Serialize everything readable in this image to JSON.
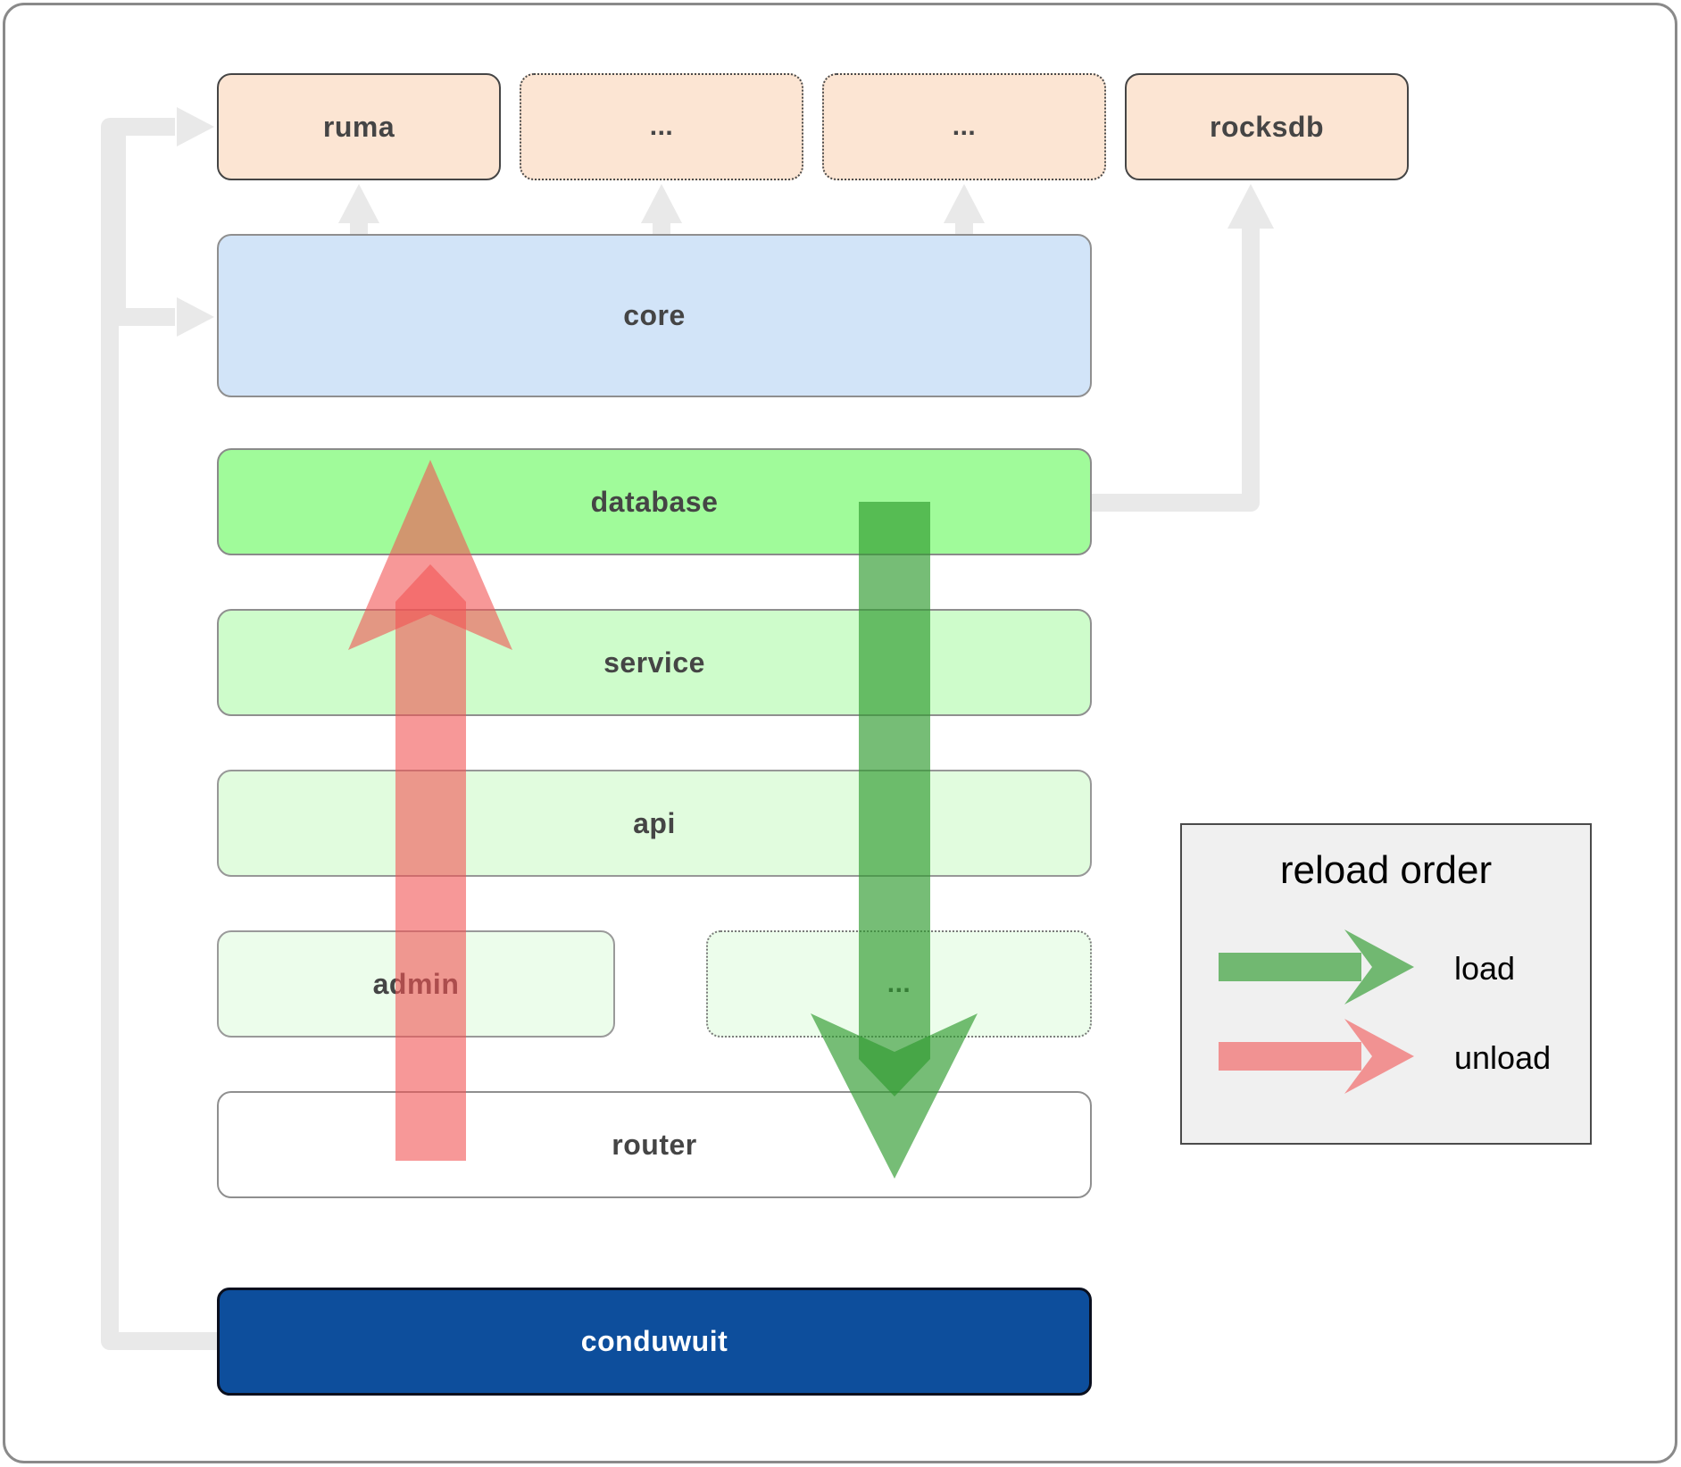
{
  "diagram": {
    "title_hint": "conduwuit module architecture / reload order diagram",
    "nodes": {
      "ruma": {
        "label": "ruma"
      },
      "ellipsis_top_1": {
        "label": "..."
      },
      "ellipsis_top_2": {
        "label": "..."
      },
      "rocksdb": {
        "label": "rocksdb"
      },
      "core": {
        "label": "core"
      },
      "database": {
        "label": "database"
      },
      "service": {
        "label": "service"
      },
      "api": {
        "label": "api"
      },
      "admin": {
        "label": "admin"
      },
      "ellipsis_admin_row": {
        "label": "..."
      },
      "router": {
        "label": "router"
      },
      "conduwuit": {
        "label": "conduwuit"
      }
    },
    "connectors": [
      "conduwuit-to-ruma",
      "conduwuit-to-core",
      "core-to-ruma",
      "core-to-ellipsis-1",
      "core-to-ellipsis-2",
      "database-to-rocksdb"
    ],
    "flow_arrows": [
      {
        "name": "load-arrow",
        "direction": "down",
        "from": "database",
        "to": "router",
        "color": "#2f9b2f"
      },
      {
        "name": "unload-arrow",
        "direction": "up",
        "from": "router",
        "to": "database",
        "color": "#f15353"
      }
    ]
  },
  "legend": {
    "title": "reload order",
    "items": [
      {
        "label": "load",
        "color": "#2f9b2f"
      },
      {
        "label": "unload",
        "color": "#f15353"
      }
    ]
  },
  "colors": {
    "peach_box": "#fce5d3",
    "core_blue": "#d2e4f8",
    "database_green": "#a0fb9a",
    "service_green": "#cefccb",
    "api_green": "#e1fcde",
    "admin_green": "#ecfdeb",
    "conduwuit_navy": "#0d4e9c",
    "connector_gray": "#e9e9e9",
    "load_green": "#2f9b2f",
    "unload_red": "#f15353",
    "label_text": "#454545"
  }
}
